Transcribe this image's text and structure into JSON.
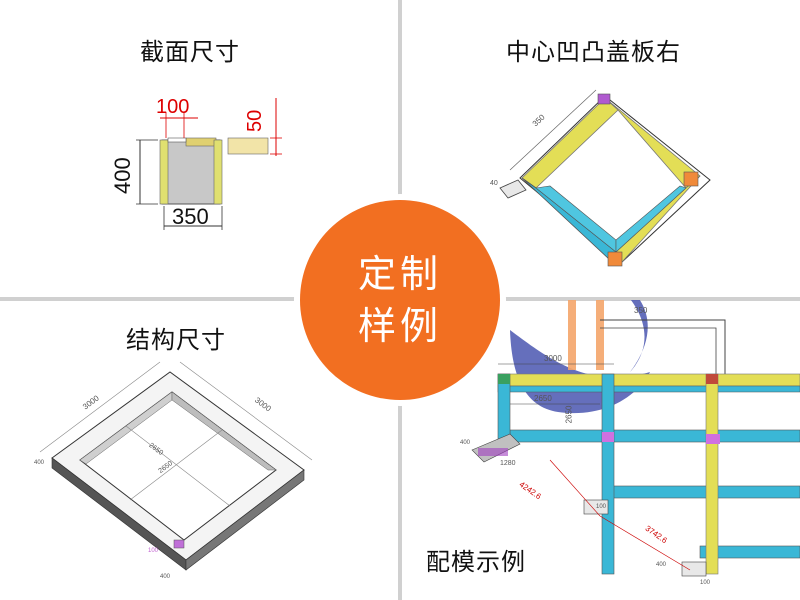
{
  "quadrants": {
    "section": {
      "title": "截面尺寸",
      "dims": {
        "top": "100",
        "side_small": "50",
        "height": "400",
        "width": "350"
      }
    },
    "cover": {
      "title": "中心凹凸盖板右",
      "dim": "350",
      "small": "40"
    },
    "structure": {
      "title": "结构尺寸",
      "dims": {
        "left": "3000",
        "right": "3000",
        "inner1": "2650",
        "inner2": "2650",
        "corner1": "400",
        "corner2": "400",
        "corner3": "100"
      }
    },
    "mold": {
      "title": "配模示例",
      "dims": {
        "top": "350",
        "d1": "3000",
        "d2": "2650",
        "d3": "2650",
        "d4": "1280",
        "d5": "4242.6",
        "d6": "3742.6",
        "d7": "400",
        "d8": "100",
        "d9": "400",
        "d10": "100"
      }
    }
  },
  "badge": {
    "line1": "定制",
    "line2": "样例"
  },
  "colors": {
    "accent": "#f26f21",
    "yellow": "#e6e35a",
    "cyan": "#3ab7d6",
    "logo_blue": "#4a56b0",
    "logo_orange": "#f4a56a"
  }
}
